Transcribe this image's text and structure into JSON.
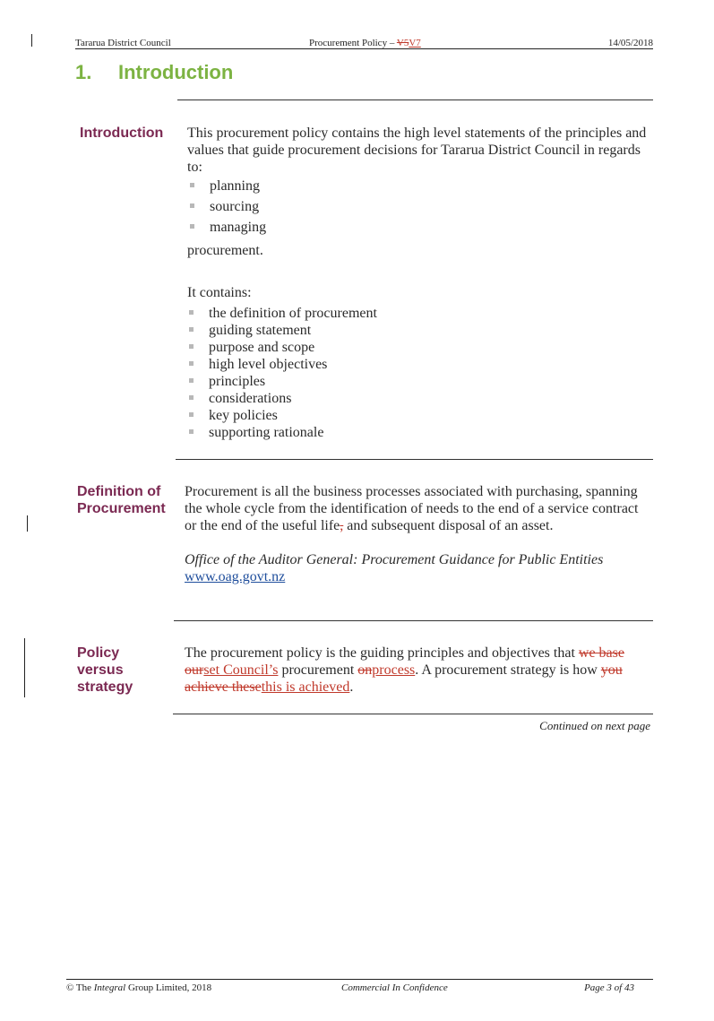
{
  "header": {
    "left": "Tararua District Council",
    "center_prefix": "Procurement Policy – ",
    "center_deleted": "V5",
    "center_inserted": "V7",
    "right": "14/05/2018"
  },
  "section": {
    "number": "1.",
    "title": "Introduction"
  },
  "introduction": {
    "label": "Introduction",
    "lead": "This procurement policy contains the high level statements of the principles and values that guide procurement decisions for Tararua District Council in regards to:",
    "regards_items": [
      "planning",
      "sourcing",
      "managing"
    ],
    "after_list": "procurement.",
    "contains_lead": "It contains:",
    "contains_items": [
      "the definition of procurement",
      "guiding statement",
      "purpose and scope",
      "high level objectives",
      "principles",
      "considerations",
      "key policies",
      "supporting rationale"
    ]
  },
  "definition": {
    "label_line1": "Definition of",
    "label_line2": "Procurement",
    "text_part1": "Procurement is all the business processes associated with purchasing, spanning the whole cycle from the identification of needs to the end of a service contract or the end of the useful life",
    "text_deleted_comma": ",",
    "text_part2": " and subsequent disposal of an asset.",
    "citation": "Office of the Auditor General: Procurement Guidance for Public Entities",
    "link": "www.oag.govt.nz"
  },
  "policy": {
    "label_line1": "Policy",
    "label_line2": "versus",
    "label_line3": "strategy",
    "t1": "The procurement policy is the guiding principles and objectives that ",
    "del1": "we base our",
    "ins1": "set Council’s",
    "t2": " procurement ",
    "del2": "on",
    "ins2": "process",
    "t3": ".  A procurement strategy is how ",
    "del3": "you achieve these",
    "ins3": "this is achieved",
    "t4": "."
  },
  "continued": "Continued on next page",
  "footer": {
    "left_prefix": "© The ",
    "left_italic": "Integral",
    "left_suffix": " Group Limited, 2018",
    "center": "Commercial In Confidence",
    "right": "Page 3 of 43"
  }
}
